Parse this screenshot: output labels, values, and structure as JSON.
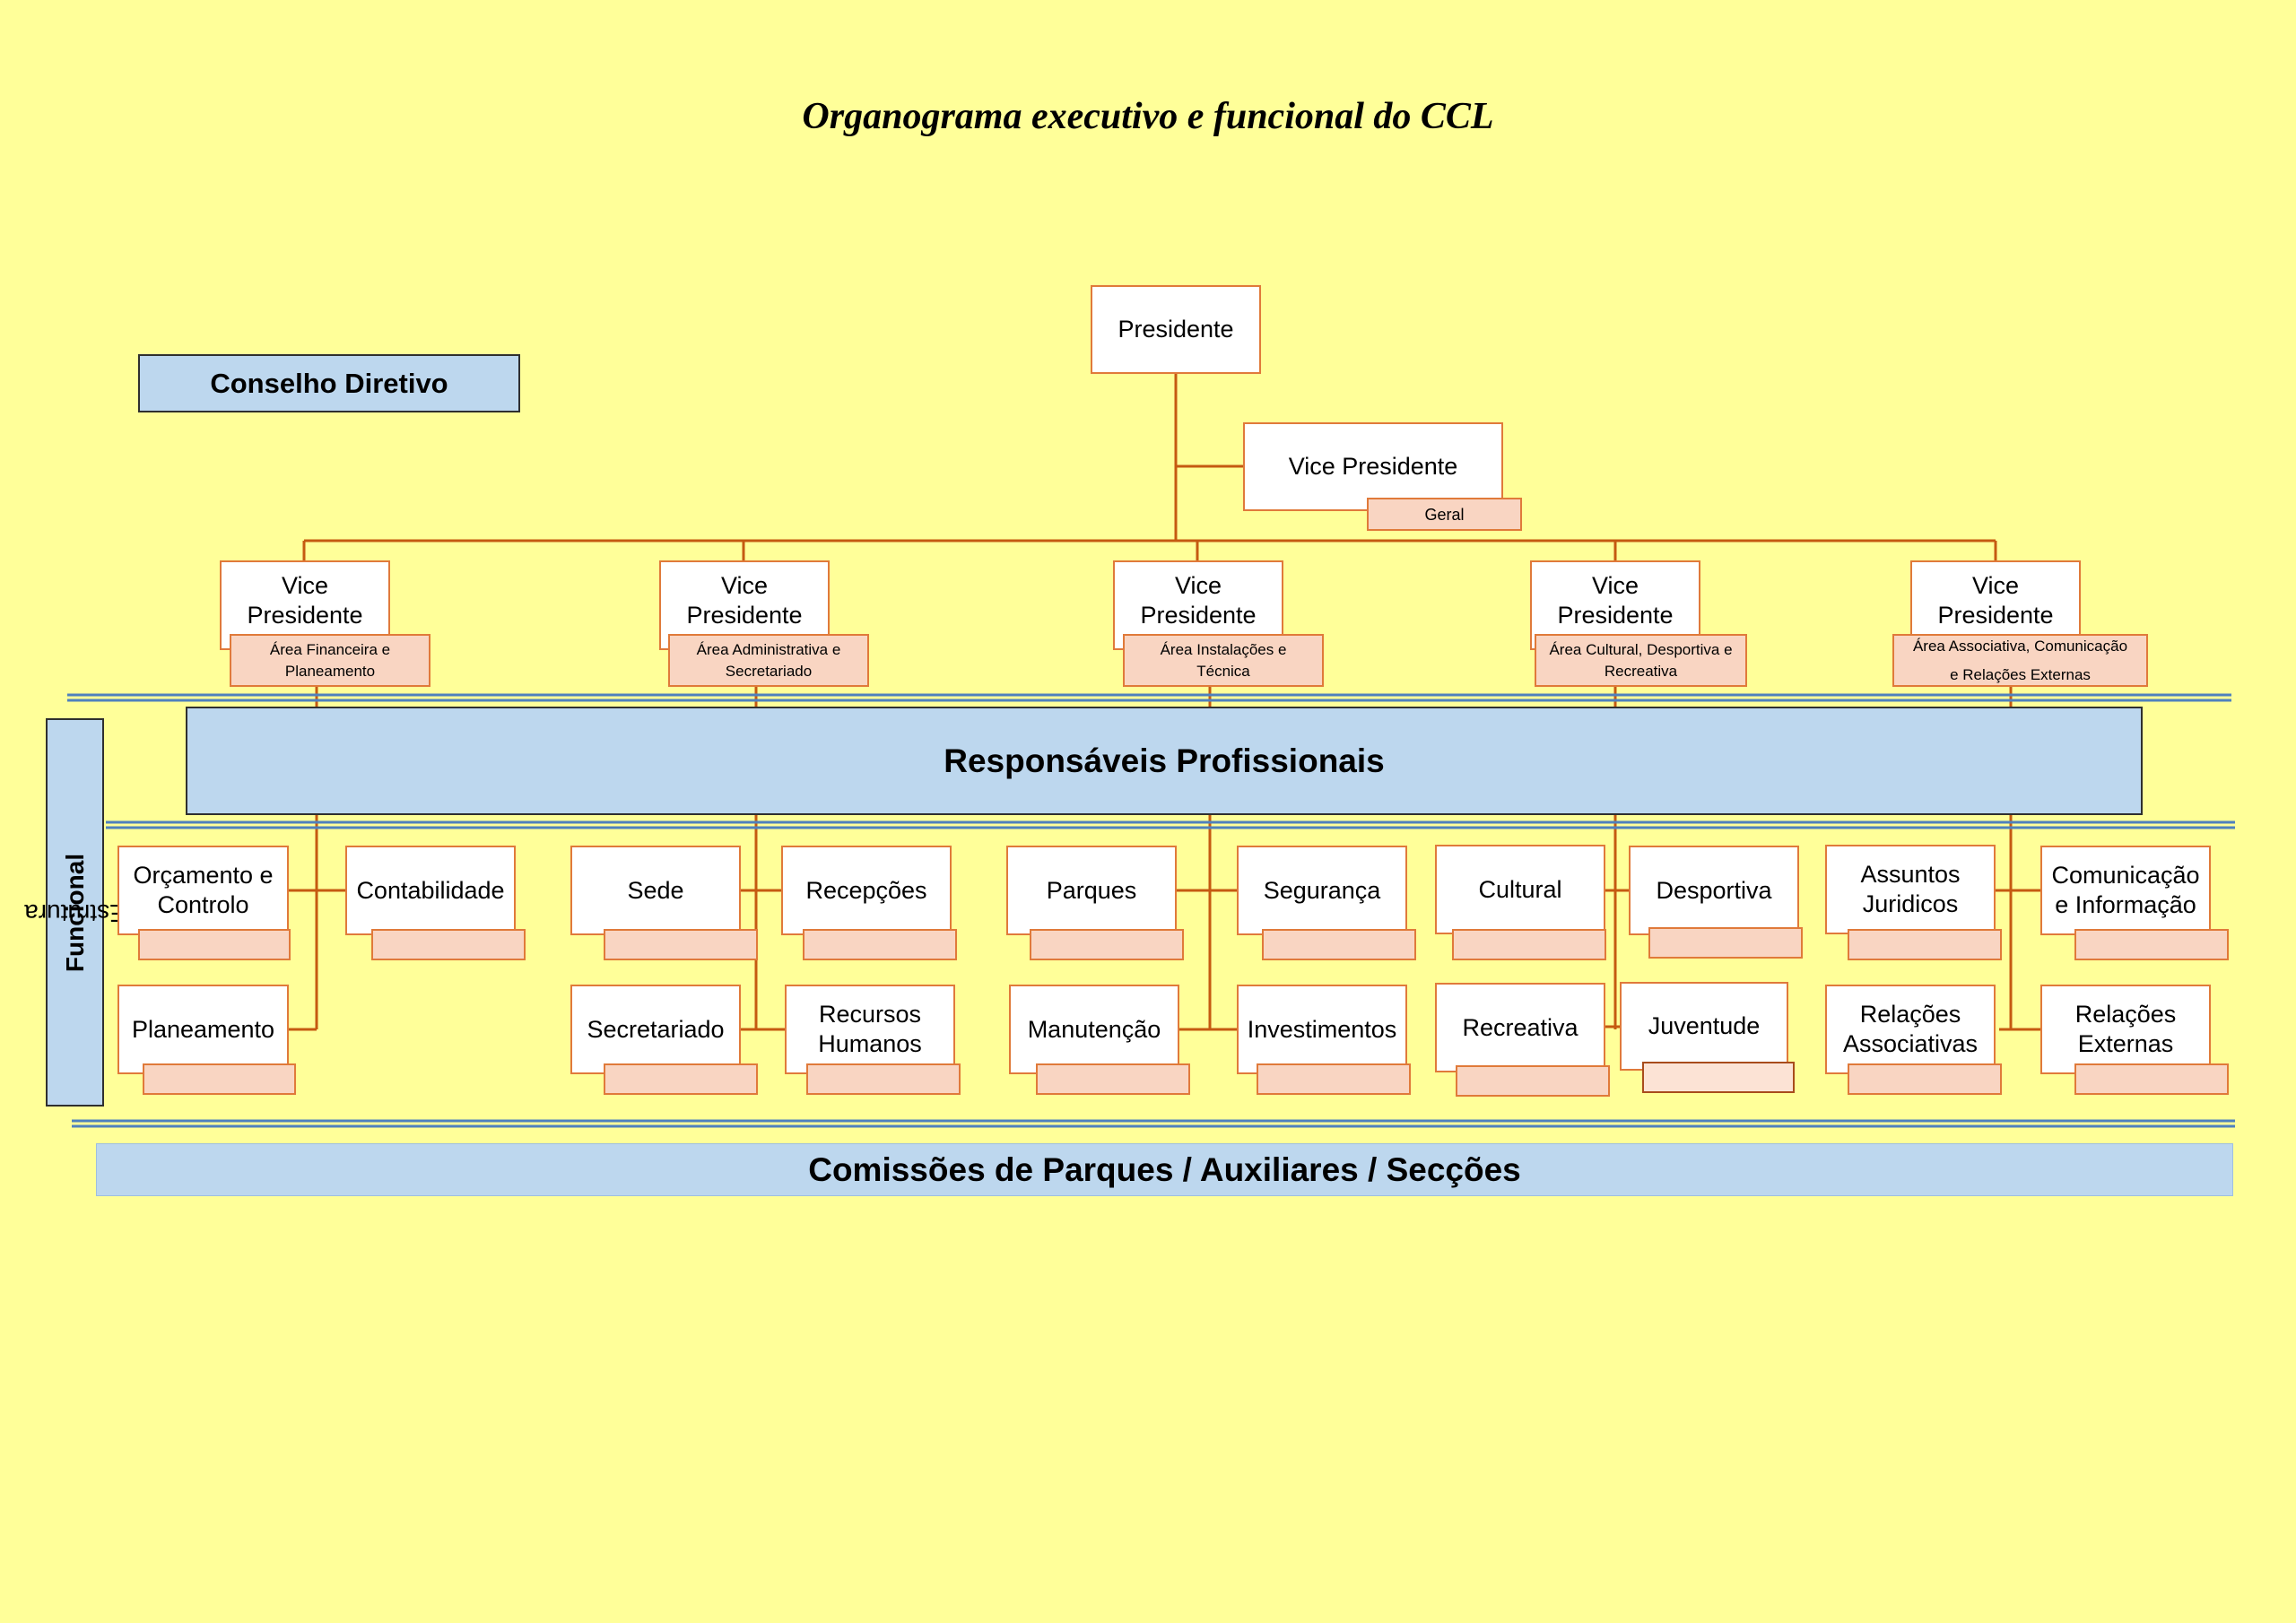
{
  "title": "Organograma executivo e funcional do CCL",
  "conselho": "Conselho Diretivo",
  "presidente": "Presidente",
  "vp_geral": {
    "label": "Vice Presidente",
    "tag": "Geral"
  },
  "vice_presidentes": [
    {
      "label": "Vice\nPresidente",
      "area": "Área Financeira e\nPlaneamento"
    },
    {
      "label": "Vice\nPresidente",
      "area": "Área Administrativa e\nSecretariado"
    },
    {
      "label": "Vice\nPresidente",
      "area": "Área Instalações e\nTécnica"
    },
    {
      "label": "Vice\nPresidente",
      "area": "Área Cultural, Desportiva e\nRecreativa"
    },
    {
      "label": "Vice\nPresidente",
      "area": "Área Associativa, Comunicação\ne Relações Externas"
    }
  ],
  "responsaveis": "Responsáveis Profissionais",
  "estrutura_label": {
    "plain": "Estrutura ",
    "bold": "Funcional"
  },
  "departamentos": [
    {
      "label": "Orçamento e\nControlo"
    },
    {
      "label": "Contabilidade"
    },
    {
      "label": "Planeamento"
    },
    {
      "label": "Sede"
    },
    {
      "label": "Recepções"
    },
    {
      "label": "Secretariado"
    },
    {
      "label": "Recursos\nHumanos"
    },
    {
      "label": "Parques"
    },
    {
      "label": "Segurança"
    },
    {
      "label": "Manutenção"
    },
    {
      "label": "Investimentos"
    },
    {
      "label": "Cultural"
    },
    {
      "label": "Desportiva"
    },
    {
      "label": "Recreativa"
    },
    {
      "label": "Juventude"
    },
    {
      "label": "Assuntos\nJuridicos"
    },
    {
      "label": "Comunicação\ne Informação"
    },
    {
      "label": "Relações\nAssociativas"
    },
    {
      "label": "Relações\nExternas"
    }
  ],
  "comissoes": "Comissões de Parques / Auxiliares / Secções",
  "colors": {
    "background": "#ffff99",
    "band_blue": "#bdd7ee",
    "box_border": "#e07a3a",
    "tag_fill": "#f9d5c2",
    "connector": "#c55a11",
    "divider_blue": "#4f81bd"
  }
}
